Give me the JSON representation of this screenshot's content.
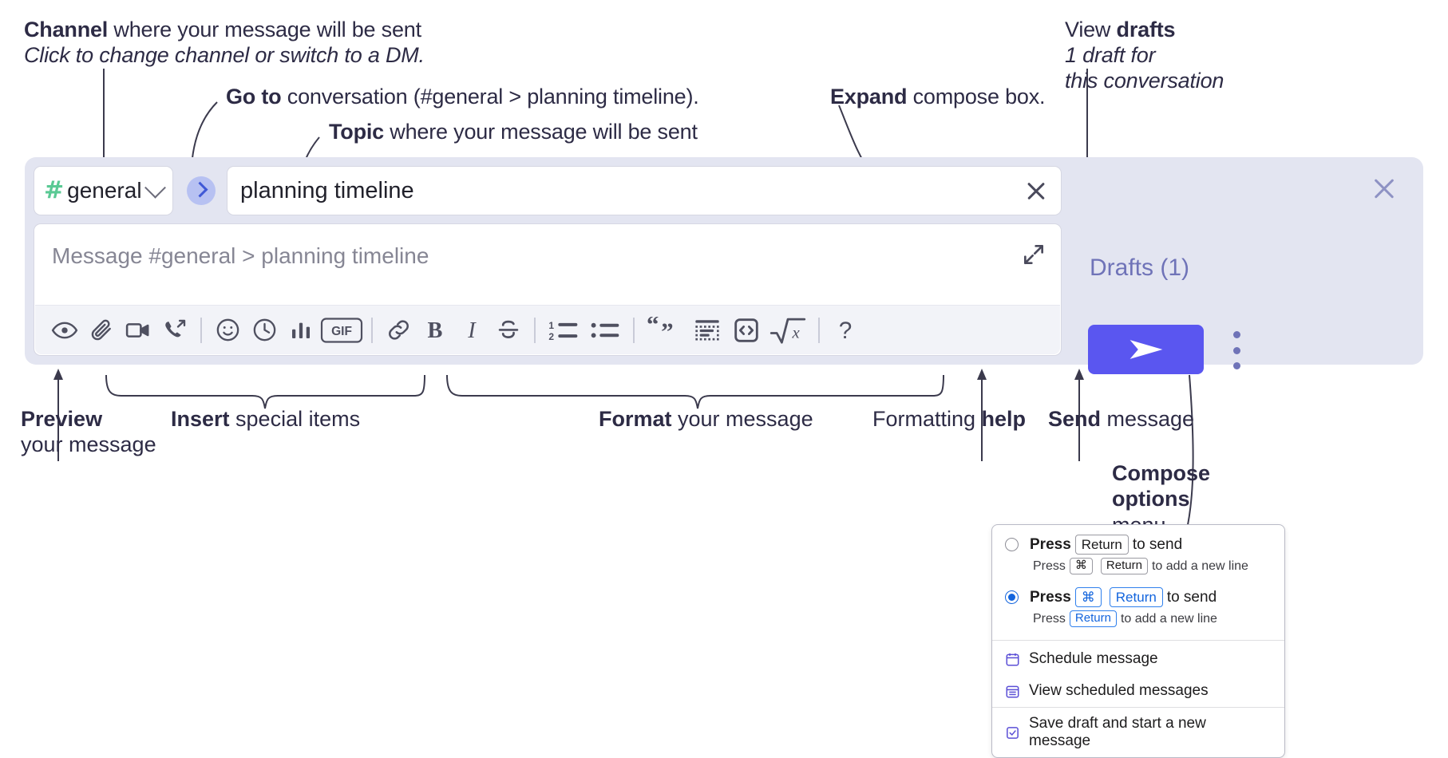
{
  "annotations": {
    "channel": {
      "bold": "Channel",
      "rest": " where your message will be sent",
      "italic": "Click to change channel or switch to a DM."
    },
    "goto": {
      "bold": "Go to",
      "rest": " conversation (#general > planning timeline)."
    },
    "topic": {
      "bold": "Topic",
      "rest": " where your message will be sent"
    },
    "expand": {
      "bold": "Expand",
      "rest": " compose box."
    },
    "drafts": {
      "lead": "View ",
      "bold": "drafts",
      "italic1": "1 draft for",
      "italic2": "this conversation"
    },
    "preview": {
      "bold": "Preview",
      "rest": "your message"
    },
    "insert": {
      "bold": "Insert",
      "rest": " special items"
    },
    "format": {
      "bold": "Format",
      "rest": " your message"
    },
    "help": {
      "lead": "Formatting ",
      "bold": "help"
    },
    "send": {
      "bold": "Send",
      "rest": " message"
    },
    "compose_options": {
      "bold1": "Compose",
      "bold2": "options",
      "rest": "menu"
    }
  },
  "compose": {
    "channel_name": "general",
    "channel_hash": "#",
    "topic_value": "planning timeline",
    "message_placeholder": "Message #general > planning timeline",
    "drafts_label": "Drafts (1)",
    "toolbar": [
      {
        "name": "preview-icon",
        "label": "Preview"
      },
      {
        "name": "attachment-icon",
        "label": "Attach file"
      },
      {
        "name": "video-icon",
        "label": "Record video clip"
      },
      {
        "name": "audio-call-icon",
        "label": "Record audio clip"
      },
      {
        "name": "divider-1",
        "label": ""
      },
      {
        "name": "emoji-icon",
        "label": "Emoji"
      },
      {
        "name": "schedule-clock-icon",
        "label": "Schedule"
      },
      {
        "name": "poll-icon",
        "label": "Poll"
      },
      {
        "name": "gif-icon",
        "label": "GIF"
      },
      {
        "name": "divider-2",
        "label": ""
      },
      {
        "name": "link-icon",
        "label": "Link"
      },
      {
        "name": "bold-icon",
        "label": "B"
      },
      {
        "name": "italic-icon",
        "label": "I"
      },
      {
        "name": "strikethrough-icon",
        "label": "S"
      },
      {
        "name": "divider-3",
        "label": ""
      },
      {
        "name": "ordered-list-icon",
        "label": "Ordered list"
      },
      {
        "name": "bulleted-list-icon",
        "label": "Bulleted list"
      },
      {
        "name": "divider-4",
        "label": ""
      },
      {
        "name": "blockquote-icon",
        "label": "Blockquote"
      },
      {
        "name": "code-block-icon",
        "label": "Code block"
      },
      {
        "name": "inline-code-icon",
        "label": "Code"
      },
      {
        "name": "math-icon",
        "label": "Math"
      },
      {
        "name": "divider-5",
        "label": ""
      },
      {
        "name": "help-icon",
        "label": "?"
      }
    ]
  },
  "options_menu": {
    "radio_options": [
      {
        "selected": false,
        "prefix": "Press",
        "keys": [
          "Return"
        ],
        "suffix": "to send",
        "sub_prefix": "Press",
        "sub_keys": [
          "⌘",
          "Return"
        ],
        "sub_suffix": "to add a new line"
      },
      {
        "selected": true,
        "prefix": "Press",
        "keys": [
          "⌘",
          "Return"
        ],
        "suffix": "to send",
        "sub_prefix": "Press",
        "sub_keys": [
          "Return"
        ],
        "sub_suffix": "to add a new line"
      }
    ],
    "items": [
      {
        "icon": "calendar-icon",
        "label": "Schedule message"
      },
      {
        "icon": "calendar-list-icon",
        "label": "View scheduled messages"
      },
      {
        "icon": "save-draft-icon",
        "label": "Save draft and start a new message"
      }
    ]
  },
  "colors": {
    "accent_purple": "#5a56f0",
    "panel_bg": "#e3e5f1",
    "channel_green": "#5ac994",
    "goto_blue": "#3f58d6",
    "link_purple": "#6f73b8",
    "radio_blue": "#1264dd",
    "ink": "#2d2b45"
  }
}
